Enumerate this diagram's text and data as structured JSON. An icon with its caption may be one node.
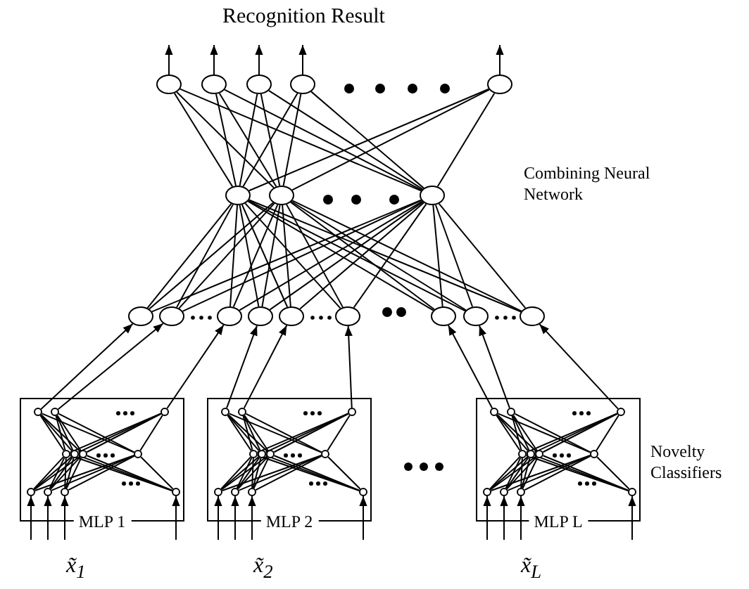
{
  "diagram": {
    "title": "Recognition Result",
    "nodes": [
      {
        "text": [],
        "shape": "circle"
      },
      {
        "text": [],
        "shape": "circle"
      },
      {
        "text": [],
        "shape": "circle"
      },
      {
        "text": [],
        "shape": "circle"
      },
      {
        "text": [],
        "shape": "circle"
      },
      {
        "text": [],
        "shape": "circle"
      },
      {
        "text": [],
        "shape": "circle"
      },
      {
        "text": [],
        "shape": "circle"
      },
      {
        "text": [],
        "shape": "circle"
      },
      {
        "text": [],
        "shape": "circle"
      },
      {
        "text": [],
        "shape": "circle"
      },
      {
        "text": [],
        "shape": "circle"
      },
      {
        "text": [],
        "shape": "circle"
      },
      {
        "text": [],
        "shape": "circle"
      },
      {
        "text": [],
        "shape": "circle"
      },
      {
        "text": [],
        "shape": "circle"
      },
      {
        "text": [],
        "shape": "circle"
      },
      {
        "text": [
          "MLP 1"
        ]
      },
      {
        "text": [],
        "shape": "circle",
        "in": 17
      },
      {
        "text": [],
        "shape": "circle",
        "in": 17
      },
      {
        "text": [],
        "shape": "circle",
        "in": 17
      },
      {
        "text": [],
        "shape": "circle",
        "in": 17
      },
      {
        "text": [],
        "shape": "circle",
        "in": 17
      },
      {
        "text": [],
        "shape": "circle",
        "in": 17
      },
      {
        "text": [],
        "shape": "circle",
        "in": 17
      },
      {
        "text": [],
        "shape": "circle",
        "in": 17
      },
      {
        "text": [],
        "shape": "circle",
        "in": 17
      },
      {
        "text": [],
        "shape": "circle",
        "in": 17
      },
      {
        "text": [],
        "shape": "circle",
        "in": 17
      },
      {
        "text": [
          "MLP 2"
        ]
      },
      {
        "text": [],
        "shape": "circle",
        "in": 29
      },
      {
        "text": [],
        "shape": "circle",
        "in": 29
      },
      {
        "text": [],
        "shape": "circle",
        "in": 29
      },
      {
        "text": [],
        "shape": "circle",
        "in": 29
      },
      {
        "text": [],
        "shape": "circle",
        "in": 29
      },
      {
        "text": [],
        "shape": "circle",
        "in": 29
      },
      {
        "text": [],
        "shape": "circle",
        "in": 29
      },
      {
        "text": [],
        "shape": "circle",
        "in": 29
      },
      {
        "text": [],
        "shape": "circle",
        "in": 29
      },
      {
        "text": [],
        "shape": "circle",
        "in": 29
      },
      {
        "text": [],
        "shape": "circle",
        "in": 29
      },
      {
        "text": [
          "MLP L"
        ]
      },
      {
        "text": [],
        "shape": "circle",
        "in": 41
      },
      {
        "text": [],
        "shape": "circle",
        "in": 41
      },
      {
        "text": [],
        "shape": "circle",
        "in": 41
      },
      {
        "text": [],
        "shape": "circle",
        "in": 41
      },
      {
        "text": [],
        "shape": "circle",
        "in": 41
      },
      {
        "text": [],
        "shape": "circle",
        "in": 41
      },
      {
        "text": [],
        "shape": "circle",
        "in": 41
      },
      {
        "text": [],
        "shape": "circle",
        "in": 41
      },
      {
        "text": [],
        "shape": "circle",
        "in": 41
      },
      {
        "text": [],
        "shape": "circle",
        "in": 41
      },
      {
        "text": [],
        "shape": "circle",
        "in": 41
      }
    ],
    "edges": [
      {
        "from": 0,
        "to": null,
        "arrow": "to"
      },
      {
        "from": 1,
        "to": null,
        "arrow": "to"
      },
      {
        "from": 2,
        "to": null,
        "arrow": "to"
      },
      {
        "from": 3,
        "to": null,
        "arrow": "to"
      },
      {
        "from": 4,
        "to": null,
        "arrow": "to"
      },
      {
        "from": 5,
        "to": 0,
        "arrow": "none"
      },
      {
        "from": 5,
        "to": 1,
        "arrow": "none"
      },
      {
        "from": 5,
        "to": 2,
        "arrow": "none"
      },
      {
        "from": 5,
        "to": 3,
        "arrow": "none"
      },
      {
        "from": 5,
        "to": 4,
        "arrow": "none"
      },
      {
        "from": 6,
        "to": 0,
        "arrow": "none"
      },
      {
        "from": 6,
        "to": 1,
        "arrow": "none"
      },
      {
        "from": 6,
        "to": 2,
        "arrow": "none"
      },
      {
        "from": 6,
        "to": 3,
        "arrow": "none"
      },
      {
        "from": 6,
        "to": 4,
        "arrow": "none"
      },
      {
        "from": 7,
        "to": 0,
        "arrow": "none"
      },
      {
        "from": 7,
        "to": 1,
        "arrow": "none"
      },
      {
        "from": 7,
        "to": 2,
        "arrow": "none"
      },
      {
        "from": 7,
        "to": 3,
        "arrow": "none"
      },
      {
        "from": 7,
        "to": 4,
        "arrow": "none"
      },
      {
        "from": 8,
        "to": 5,
        "arrow": "none"
      },
      {
        "from": 8,
        "to": 6,
        "arrow": "none"
      },
      {
        "from": 8,
        "to": 7,
        "arrow": "none"
      },
      {
        "from": 9,
        "to": 5,
        "arrow": "none"
      },
      {
        "from": 9,
        "to": 6,
        "arrow": "none"
      },
      {
        "from": 9,
        "to": 7,
        "arrow": "none"
      },
      {
        "from": 10,
        "to": 5,
        "arrow": "none"
      },
      {
        "from": 10,
        "to": 6,
        "arrow": "none"
      },
      {
        "from": 10,
        "to": 7,
        "arrow": "none"
      },
      {
        "from": 11,
        "to": 5,
        "arrow": "none"
      },
      {
        "from": 11,
        "to": 6,
        "arrow": "none"
      },
      {
        "from": 11,
        "to": 7,
        "arrow": "none"
      },
      {
        "from": 12,
        "to": 5,
        "arrow": "none"
      },
      {
        "from": 12,
        "to": 6,
        "arrow": "none"
      },
      {
        "from": 12,
        "to": 7,
        "arrow": "none"
      },
      {
        "from": 13,
        "to": 5,
        "arrow": "none"
      },
      {
        "from": 13,
        "to": 6,
        "arrow": "none"
      },
      {
        "from": 13,
        "to": 7,
        "arrow": "none"
      },
      {
        "from": 14,
        "to": 5,
        "arrow": "none"
      },
      {
        "from": 14,
        "to": 6,
        "arrow": "none"
      },
      {
        "from": 14,
        "to": 7,
        "arrow": "none"
      },
      {
        "from": 15,
        "to": 5,
        "arrow": "none"
      },
      {
        "from": 15,
        "to": 6,
        "arrow": "none"
      },
      {
        "from": 15,
        "to": 7,
        "arrow": "none"
      },
      {
        "from": 16,
        "to": 5,
        "arrow": "none"
      },
      {
        "from": 16,
        "to": 6,
        "arrow": "none"
      },
      {
        "from": 16,
        "to": 7,
        "arrow": "none"
      },
      {
        "from": 18,
        "to": 8,
        "arrow": "to"
      },
      {
        "from": 19,
        "to": 9,
        "arrow": "to"
      },
      {
        "from": 20,
        "to": 10,
        "arrow": "to"
      },
      {
        "from": 30,
        "to": 11,
        "arrow": "to"
      },
      {
        "from": 31,
        "to": 12,
        "arrow": "to"
      },
      {
        "from": 32,
        "to": 13,
        "arrow": "to"
      },
      {
        "from": 42,
        "to": 14,
        "arrow": "to"
      },
      {
        "from": 43,
        "to": 15,
        "arrow": "to"
      },
      {
        "from": 44,
        "to": 16,
        "arrow": "to"
      },
      {
        "from": 21,
        "to": 18,
        "arrow": "none"
      },
      {
        "from": 21,
        "to": 19,
        "arrow": "none"
      },
      {
        "from": 21,
        "to": 20,
        "arrow": "none"
      },
      {
        "from": 22,
        "to": 18,
        "arrow": "none"
      },
      {
        "from": 22,
        "to": 19,
        "arrow": "none"
      },
      {
        "from": 22,
        "to": 20,
        "arrow": "none"
      },
      {
        "from": 23,
        "to": 18,
        "arrow": "none"
      },
      {
        "from": 23,
        "to": 19,
        "arrow": "none"
      },
      {
        "from": 23,
        "to": 20,
        "arrow": "none"
      },
      {
        "from": 24,
        "to": 18,
        "arrow": "none"
      },
      {
        "from": 24,
        "to": 19,
        "arrow": "none"
      },
      {
        "from": 24,
        "to": 20,
        "arrow": "none"
      },
      {
        "from": 25,
        "to": 21,
        "arrow": "none"
      },
      {
        "from": 25,
        "to": 22,
        "arrow": "none"
      },
      {
        "from": 25,
        "to": 23,
        "arrow": "none"
      },
      {
        "from": 25,
        "to": 24,
        "arrow": "none"
      },
      {
        "from": 26,
        "to": 21,
        "arrow": "none"
      },
      {
        "from": 26,
        "to": 22,
        "arrow": "none"
      },
      {
        "from": 26,
        "to": 23,
        "arrow": "none"
      },
      {
        "from": 26,
        "to": 24,
        "arrow": "none"
      },
      {
        "from": 27,
        "to": 21,
        "arrow": "none"
      },
      {
        "from": 27,
        "to": 22,
        "arrow": "none"
      },
      {
        "from": 27,
        "to": 23,
        "arrow": "none"
      },
      {
        "from": 27,
        "to": 24,
        "arrow": "none"
      },
      {
        "from": 28,
        "to": 21,
        "arrow": "none"
      },
      {
        "from": 28,
        "to": 22,
        "arrow": "none"
      },
      {
        "from": 28,
        "to": 23,
        "arrow": "none"
      },
      {
        "from": 28,
        "to": 24,
        "arrow": "none"
      },
      {
        "from": 33,
        "to": 30,
        "arrow": "none"
      },
      {
        "from": 33,
        "to": 31,
        "arrow": "none"
      },
      {
        "from": 33,
        "to": 32,
        "arrow": "none"
      },
      {
        "from": 34,
        "to": 30,
        "arrow": "none"
      },
      {
        "from": 34,
        "to": 31,
        "arrow": "none"
      },
      {
        "from": 34,
        "to": 32,
        "arrow": "none"
      },
      {
        "from": 35,
        "to": 30,
        "arrow": "none"
      },
      {
        "from": 35,
        "to": 31,
        "arrow": "none"
      },
      {
        "from": 35,
        "to": 32,
        "arrow": "none"
      },
      {
        "from": 36,
        "to": 30,
        "arrow": "none"
      },
      {
        "from": 36,
        "to": 31,
        "arrow": "none"
      },
      {
        "from": 36,
        "to": 32,
        "arrow": "none"
      },
      {
        "from": 37,
        "to": 33,
        "arrow": "none"
      },
      {
        "from": 37,
        "to": 34,
        "arrow": "none"
      },
      {
        "from": 37,
        "to": 35,
        "arrow": "none"
      },
      {
        "from": 37,
        "to": 36,
        "arrow": "none"
      },
      {
        "from": 38,
        "to": 33,
        "arrow": "none"
      },
      {
        "from": 38,
        "to": 34,
        "arrow": "none"
      },
      {
        "from": 38,
        "to": 35,
        "arrow": "none"
      },
      {
        "from": 38,
        "to": 36,
        "arrow": "none"
      },
      {
        "from": 39,
        "to": 33,
        "arrow": "none"
      },
      {
        "from": 39,
        "to": 34,
        "arrow": "none"
      },
      {
        "from": 39,
        "to": 35,
        "arrow": "none"
      },
      {
        "from": 39,
        "to": 36,
        "arrow": "none"
      },
      {
        "from": 40,
        "to": 33,
        "arrow": "none"
      },
      {
        "from": 40,
        "to": 34,
        "arrow": "none"
      },
      {
        "from": 40,
        "to": 35,
        "arrow": "none"
      },
      {
        "from": 40,
        "to": 36,
        "arrow": "none"
      },
      {
        "from": 45,
        "to": 42,
        "arrow": "none"
      },
      {
        "from": 45,
        "to": 43,
        "arrow": "none"
      },
      {
        "from": 45,
        "to": 44,
        "arrow": "none"
      },
      {
        "from": 46,
        "to": 42,
        "arrow": "none"
      },
      {
        "from": 46,
        "to": 43,
        "arrow": "none"
      },
      {
        "from": 46,
        "to": 44,
        "arrow": "none"
      },
      {
        "from": 47,
        "to": 42,
        "arrow": "none"
      },
      {
        "from": 47,
        "to": 43,
        "arrow": "none"
      },
      {
        "from": 47,
        "to": 44,
        "arrow": "none"
      },
      {
        "from": 48,
        "to": 42,
        "arrow": "none"
      },
      {
        "from": 48,
        "to": 43,
        "arrow": "none"
      },
      {
        "from": 48,
        "to": 44,
        "arrow": "none"
      },
      {
        "from": 49,
        "to": 45,
        "arrow": "none"
      },
      {
        "from": 49,
        "to": 46,
        "arrow": "none"
      },
      {
        "from": 49,
        "to": 47,
        "arrow": "none"
      },
      {
        "from": 49,
        "to": 48,
        "arrow": "none"
      },
      {
        "from": 50,
        "to": 45,
        "arrow": "none"
      },
      {
        "from": 50,
        "to": 46,
        "arrow": "none"
      },
      {
        "from": 50,
        "to": 47,
        "arrow": "none"
      },
      {
        "from": 50,
        "to": 48,
        "arrow": "none"
      },
      {
        "from": 51,
        "to": 45,
        "arrow": "none"
      },
      {
        "from": 51,
        "to": 46,
        "arrow": "none"
      },
      {
        "from": 51,
        "to": 47,
        "arrow": "none"
      },
      {
        "from": 51,
        "to": 48,
        "arrow": "none"
      },
      {
        "from": 52,
        "to": 45,
        "arrow": "none"
      },
      {
        "from": 52,
        "to": 46,
        "arrow": "none"
      },
      {
        "from": 52,
        "to": 47,
        "arrow": "none"
      },
      {
        "from": 52,
        "to": 48,
        "arrow": "none"
      },
      {
        "from": null,
        "to": 25,
        "arrow": "to"
      },
      {
        "from": null,
        "to": 26,
        "arrow": "to"
      },
      {
        "from": null,
        "to": 27,
        "arrow": "to"
      },
      {
        "from": null,
        "to": 28,
        "arrow": "to"
      },
      {
        "from": null,
        "to": 37,
        "arrow": "to"
      },
      {
        "from": null,
        "to": 38,
        "arrow": "to"
      },
      {
        "from": null,
        "to": 39,
        "arrow": "to"
      },
      {
        "from": null,
        "to": 40,
        "arrow": "to"
      },
      {
        "from": null,
        "to": 49,
        "arrow": "to"
      },
      {
        "from": null,
        "to": 50,
        "arrow": "to"
      },
      {
        "from": null,
        "to": 51,
        "arrow": "to"
      },
      {
        "from": null,
        "to": 52,
        "arrow": "to"
      }
    ],
    "labels": [
      "Combining Neural Network",
      "Novelty Classifiers",
      "x̃$_{1}$",
      "x̃$_{2}$",
      "x̃$_{L}$"
    ]
  }
}
